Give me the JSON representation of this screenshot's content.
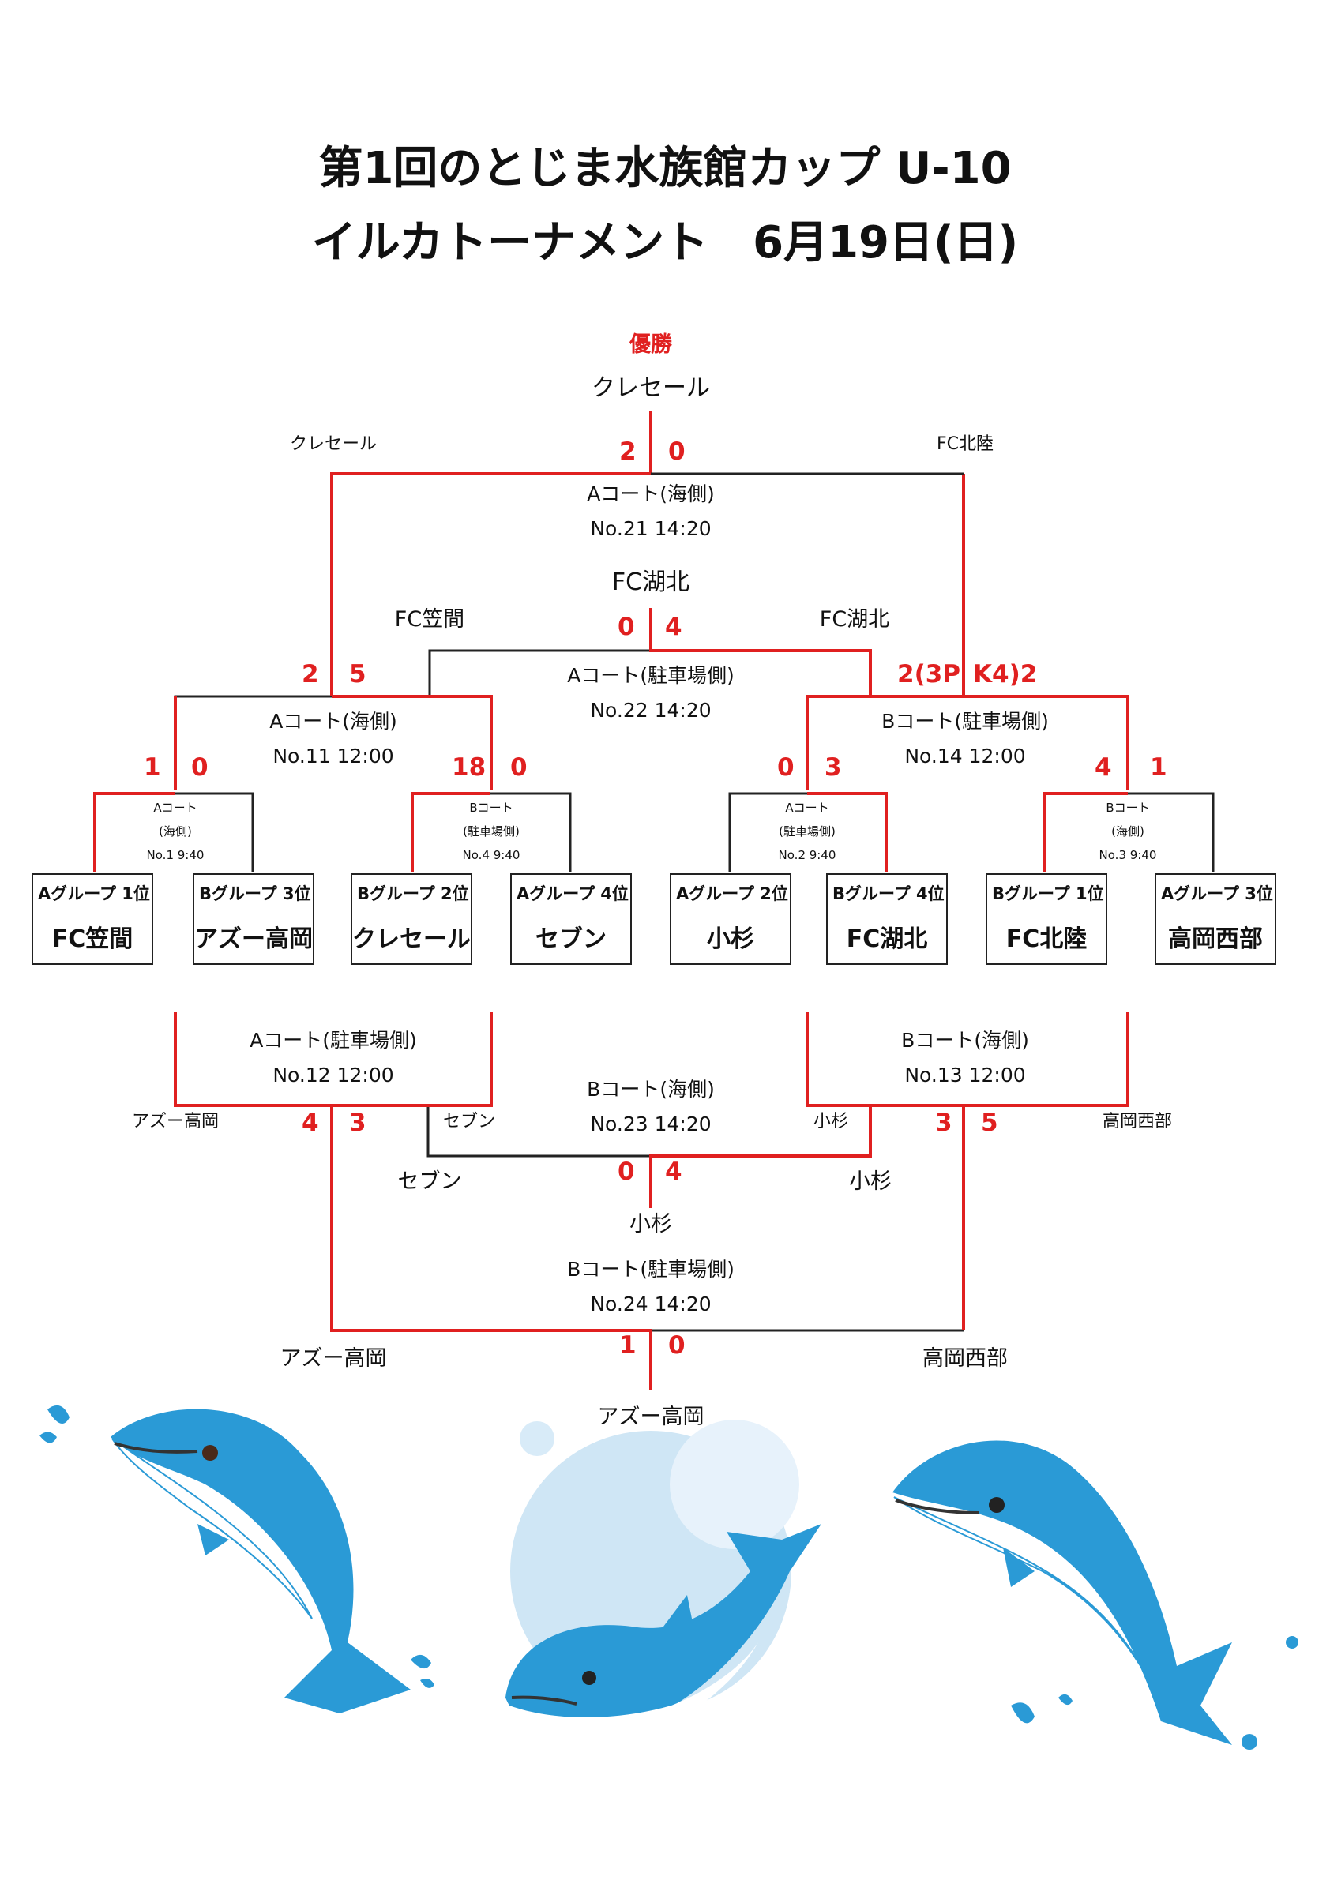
{
  "header": {
    "title_line1": "第1回のとじま水族館カップ U-10",
    "title_line2": "イルカトーナメント　6月19日(日)"
  },
  "colors": {
    "winner_line": "#e02020",
    "line": "#222222",
    "dolphin": "#2a9ad6",
    "bubble": "#cfe6f5"
  },
  "champion": {
    "label": "優勝",
    "team": "クレセール"
  },
  "final": {
    "court": "Aコート(海側)",
    "no": "No.21 14:20",
    "left_team": "クレセール",
    "right_team": "FC北陸",
    "left_score": "2",
    "right_score": "0"
  },
  "third_place": {
    "winner": "FC湖北",
    "court": "Aコート(駐車場側)",
    "no": "No.22 14:20",
    "left_team": "FC笠間",
    "right_team": "FC湖北",
    "left_score": "0",
    "right_score": "4"
  },
  "semi_left": {
    "court": "Aコート(海側)",
    "no": "No.11 12:00",
    "left_score": "2",
    "right_score": "5"
  },
  "semi_right": {
    "court": "Bコート(駐車場側)",
    "no": "No.14 12:00",
    "left_score": "2(3P",
    "right_score": "K4)2"
  },
  "round1": [
    {
      "court_a": "Aコート",
      "court_b": "(海側)",
      "no": "No.1 9:40",
      "left_score": "1",
      "right_score": "0"
    },
    {
      "court_a": "Bコート",
      "court_b": "(駐車場側)",
      "no": "No.4 9:40",
      "left_score": "18",
      "right_score": "0"
    },
    {
      "court_a": "Aコート",
      "court_b": "(駐車場側)",
      "no": "No.2 9:40",
      "left_score": "0",
      "right_score": "3"
    },
    {
      "court_a": "Bコート",
      "court_b": "(海側)",
      "no": "No.3 9:40",
      "left_score": "4",
      "right_score": "1"
    }
  ],
  "teams": [
    {
      "group": "Aグループ 1位",
      "name": "FC笠間"
    },
    {
      "group": "Bグループ 3位",
      "name": "アズー高岡"
    },
    {
      "group": "Bグループ 2位",
      "name": "クレセール"
    },
    {
      "group": "Aグループ 4位",
      "name": "セブン"
    },
    {
      "group": "Aグループ 2位",
      "name": "小杉"
    },
    {
      "group": "Bグループ 4位",
      "name": "FC湖北"
    },
    {
      "group": "Bグループ 1位",
      "name": "FC北陸"
    },
    {
      "group": "Aグループ 3位",
      "name": "高岡西部"
    }
  ],
  "lower_left": {
    "court": "Aコート(駐車場側)",
    "no": "No.12 12:00",
    "left_team": "アズー高岡",
    "right_team": "セブン",
    "left_score": "4",
    "right_score": "3"
  },
  "lower_right": {
    "court": "Bコート(海側)",
    "no": "No.13 12:00",
    "left_team": "小杉",
    "right_team": "高岡西部",
    "left_score": "3",
    "right_score": "5"
  },
  "match23": {
    "court": "Bコート(海側)",
    "no": "No.23 14:20",
    "left_team": "セブン",
    "right_team": "小杉",
    "left_score": "0",
    "right_score": "4",
    "winner": "小杉"
  },
  "match24": {
    "court": "Bコート(駐車場側)",
    "no": "No.24 14:20",
    "left_team": "アズー高岡",
    "right_team": "高岡西部",
    "left_score": "1",
    "right_score": "0",
    "winner": "アズー高岡"
  }
}
